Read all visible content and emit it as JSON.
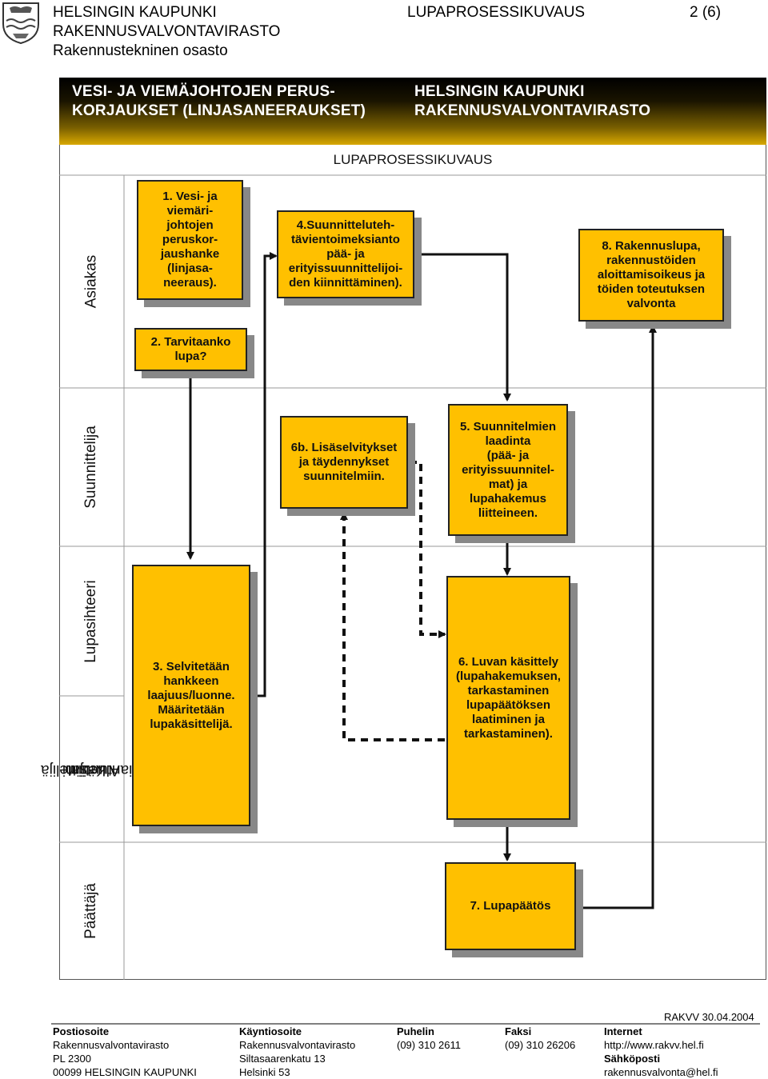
{
  "header": {
    "org_line1": "HELSINGIN KAUPUNKI",
    "org_line2": "RAKENNUSVALVONTAVIRASTO",
    "org_line3": "Rakennustekninen osasto",
    "doc_title": "LUPAPROSESSIKUVAUS",
    "page": "2 (6)"
  },
  "banner": {
    "left_line1": "VESI- JA VIEMÄJOHTOJEN PERUS-",
    "left_line2": "KORJAUKSET (LINJASANEERAUKSET)",
    "right_line1": "HELSINGIN KAUPUNKI",
    "right_line2": "RAKENNUSVALVONTAVIRASTO"
  },
  "subtitle": "LUPAPROSESSIKUVAUS",
  "lanes": [
    {
      "label": "Asiakas"
    },
    {
      "label": "Suunnittelija"
    },
    {
      "label": "Lupasihteeri"
    },
    {
      "label_lines": [
        "Käsittelijä",
        "Aluetiimi",
        "Asiantuntijat"
      ]
    },
    {
      "label": "Päättäjä"
    }
  ],
  "steps": {
    "s1": [
      "1. Vesi- ja",
      "viemäri-",
      "johtojen",
      "peruskor-",
      "jaushanke",
      "(linjasa-",
      "neeraus)."
    ],
    "s2": [
      "2. Tarvitaanko",
      "lupa?"
    ],
    "s3": [
      "3. Selvitetään",
      "hankkeen",
      "laajuus/luonne.",
      "Määritetään",
      "lupakäsittelijä."
    ],
    "s4": [
      "4.Suunnitteluteh-",
      "tävientoimeksianto",
      "pää- ja",
      "erityissuunnittelijoi-",
      "den kiinnittäminen)."
    ],
    "s5": [
      "5. Suunnitelmien",
      "laadinta",
      "(pää- ja",
      "erityissuunnitel-",
      "mat) ja",
      "lupahakemus",
      "liitteineen."
    ],
    "s6": [
      "6. Luvan käsittely",
      "(lupahakemuksen,",
      "tarkastaminen",
      "lupapäätöksen",
      "laatiminen ja",
      "tarkastaminen)."
    ],
    "s6b": [
      "6b. Lisäselvitykset",
      "ja täydennykset",
      "suunnitelmiin."
    ],
    "s7": [
      "7. Lupapäätös"
    ],
    "s8": [
      "8. Rakennuslupa,",
      "rakennustöiden",
      "aloittamisoikeus ja",
      "töiden toteutuksen",
      "valvonta"
    ]
  },
  "footer": {
    "doc_ref": "RAKVV 30.04.2004",
    "columns": [
      {
        "heading": "Postiosoite",
        "lines": [
          "Rakennusvalvontavirasto",
          "PL 2300",
          "00099 HELSINGIN KAUPUNKI"
        ]
      },
      {
        "heading": "Käyntiosoite",
        "lines": [
          "Rakennusvalvontavirasto",
          "Siltasaarenkatu 13",
          "Helsinki 53"
        ]
      },
      {
        "heading": "Puhelin",
        "lines": [
          "(09) 310 2611"
        ]
      },
      {
        "heading": "Faksi",
        "lines": [
          "(09) 310 26206"
        ]
      },
      {
        "heading": "Internet",
        "lines": [
          "http://www.rakvv.hel.fi"
        ],
        "heading2": "Sähköposti",
        "lines2": [
          "rakennusvalvonta@hel.fi"
        ]
      }
    ]
  },
  "colors": {
    "box_fill": "#ffc000",
    "shadow": "#888888"
  }
}
